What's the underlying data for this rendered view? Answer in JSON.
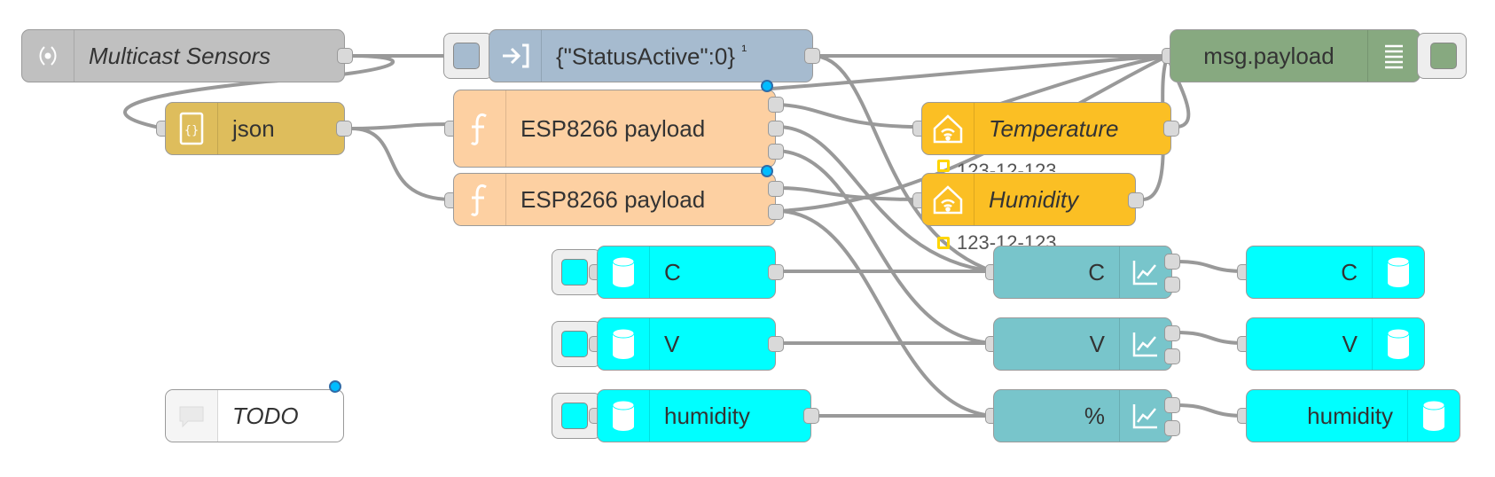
{
  "colors": {
    "udp": "#c0c0c0",
    "json": "#debd5c",
    "function": "#fdd0a2",
    "inject": "#a6bbcf",
    "debug": "#87a980",
    "homekit": "#fbbf24",
    "sensor": "#00ffff",
    "chart": "#78c5cb",
    "comment": "#ffffff"
  },
  "nodes": {
    "udp": {
      "label": "Multicast Sensors",
      "icon": "udp-broadcast-icon"
    },
    "inject": {
      "label": "{\"StatusActive\":0}",
      "badge": "¹",
      "icon": "arrow-in-icon"
    },
    "debug": {
      "label": "msg.payload",
      "icon": "list-lines-icon"
    },
    "json": {
      "label": "json",
      "icon": "json-braces-icon"
    },
    "esp1": {
      "label": "ESP8266 payload",
      "icon": "function-f-icon"
    },
    "esp2": {
      "label": "ESP8266 payload",
      "icon": "function-f-icon"
    },
    "temperature": {
      "label": "Temperature",
      "icon": "homekit-house-icon",
      "status": "123-12-123"
    },
    "humidity_hk": {
      "label": "Humidity",
      "icon": "homekit-house-icon",
      "status": "123-12-123"
    },
    "db_c": {
      "label": "C",
      "icon": "database-icon"
    },
    "db_v": {
      "label": "V",
      "icon": "database-icon"
    },
    "db_humidity": {
      "label": "humidity",
      "icon": "database-icon"
    },
    "chart_c": {
      "label": "C",
      "icon": "chart-line-icon"
    },
    "chart_v": {
      "label": "V",
      "icon": "chart-line-icon"
    },
    "chart_pct": {
      "label": "%",
      "icon": "chart-line-icon"
    },
    "out_c": {
      "label": "C",
      "icon": "database-icon"
    },
    "out_v": {
      "label": "V",
      "icon": "database-icon"
    },
    "out_humidity": {
      "label": "humidity",
      "icon": "database-icon"
    },
    "todo": {
      "label": "TODO",
      "icon": "comment-bubble-icon"
    }
  }
}
